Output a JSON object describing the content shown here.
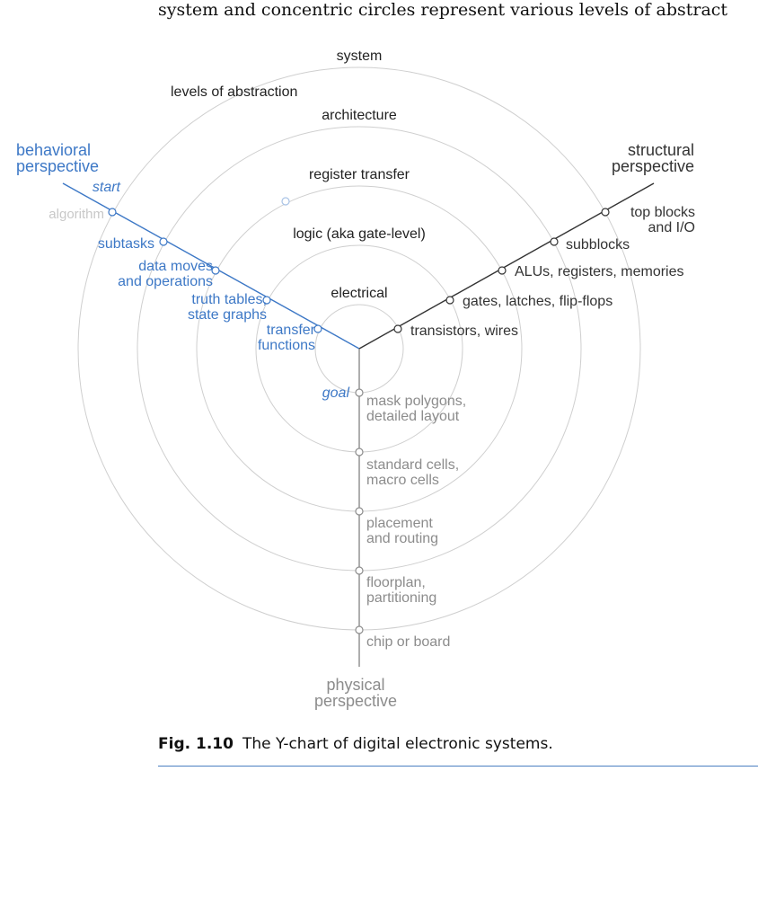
{
  "header_text": "system and concentric circles represent various levels of abstract",
  "colors": {
    "behavioral": "#3d78c6",
    "structural": "#333333",
    "physical": "#8c8c8c",
    "circle": "#cfcfcf",
    "light": "#c8c8c8",
    "rule": "#4a7fc1"
  },
  "levels": {
    "system": "system",
    "levels_of_abstraction": "levels of abstraction",
    "architecture": "architecture",
    "register_transfer": "register transfer",
    "logic": "logic (aka gate-level)",
    "electrical": "electrical"
  },
  "behavioral": {
    "title": [
      "behavioral",
      "perspective"
    ],
    "start": "start",
    "goal": "goal",
    "items": [
      {
        "lines": [
          "algorithm"
        ]
      },
      {
        "lines": [
          "subtasks"
        ]
      },
      {
        "lines": [
          "data moves",
          "and operations"
        ]
      },
      {
        "lines": [
          "truth tables,",
          "state graphs"
        ]
      },
      {
        "lines": [
          "transfer",
          "functions"
        ]
      }
    ]
  },
  "structural": {
    "title": [
      "structural",
      "perspective"
    ],
    "items": [
      {
        "lines": [
          "top blocks",
          "and I/O"
        ]
      },
      {
        "lines": [
          "subblocks"
        ]
      },
      {
        "lines": [
          "ALUs, registers, memories"
        ]
      },
      {
        "lines": [
          "gates, latches, flip-flops"
        ]
      },
      {
        "lines": [
          "transistors, wires"
        ]
      }
    ]
  },
  "physical": {
    "title": [
      "physical",
      "perspective"
    ],
    "items": [
      {
        "lines": [
          "mask polygons,",
          "detailed layout"
        ]
      },
      {
        "lines": [
          "standard cells,",
          "macro cells"
        ]
      },
      {
        "lines": [
          "placement",
          "and routing"
        ]
      },
      {
        "lines": [
          "floorplan,",
          "partitioning"
        ]
      },
      {
        "lines": [
          "chip or board"
        ]
      }
    ]
  },
  "caption": {
    "label": "Fig. 1.10",
    "text": "The Y-chart of digital electronic systems."
  }
}
